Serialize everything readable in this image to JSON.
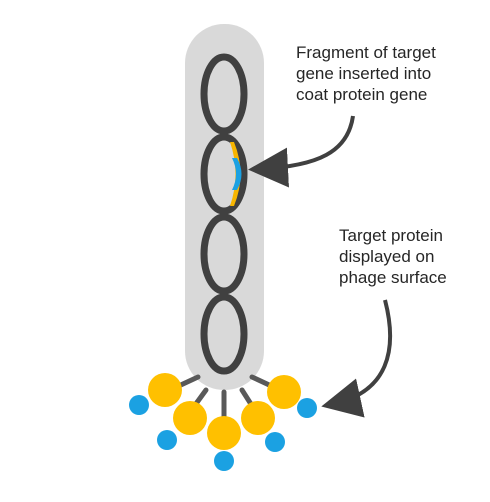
{
  "annotations": {
    "gene_insert": {
      "lines": [
        "Fragment of target",
        "gene inserted into",
        "coat protein gene"
      ]
    },
    "displayed_protein": {
      "lines": [
        "Target protein",
        "displayed on",
        "phage surface"
      ]
    }
  },
  "colors": {
    "phage_body": "#d9d9d9",
    "dna_chain": "#404040",
    "insert_blue": "#1ba1e2",
    "insert_yellow": "#f7b500",
    "coat_protein": "#ffc000",
    "target_protein": "#1ba1e2",
    "arrow": "#404040"
  }
}
